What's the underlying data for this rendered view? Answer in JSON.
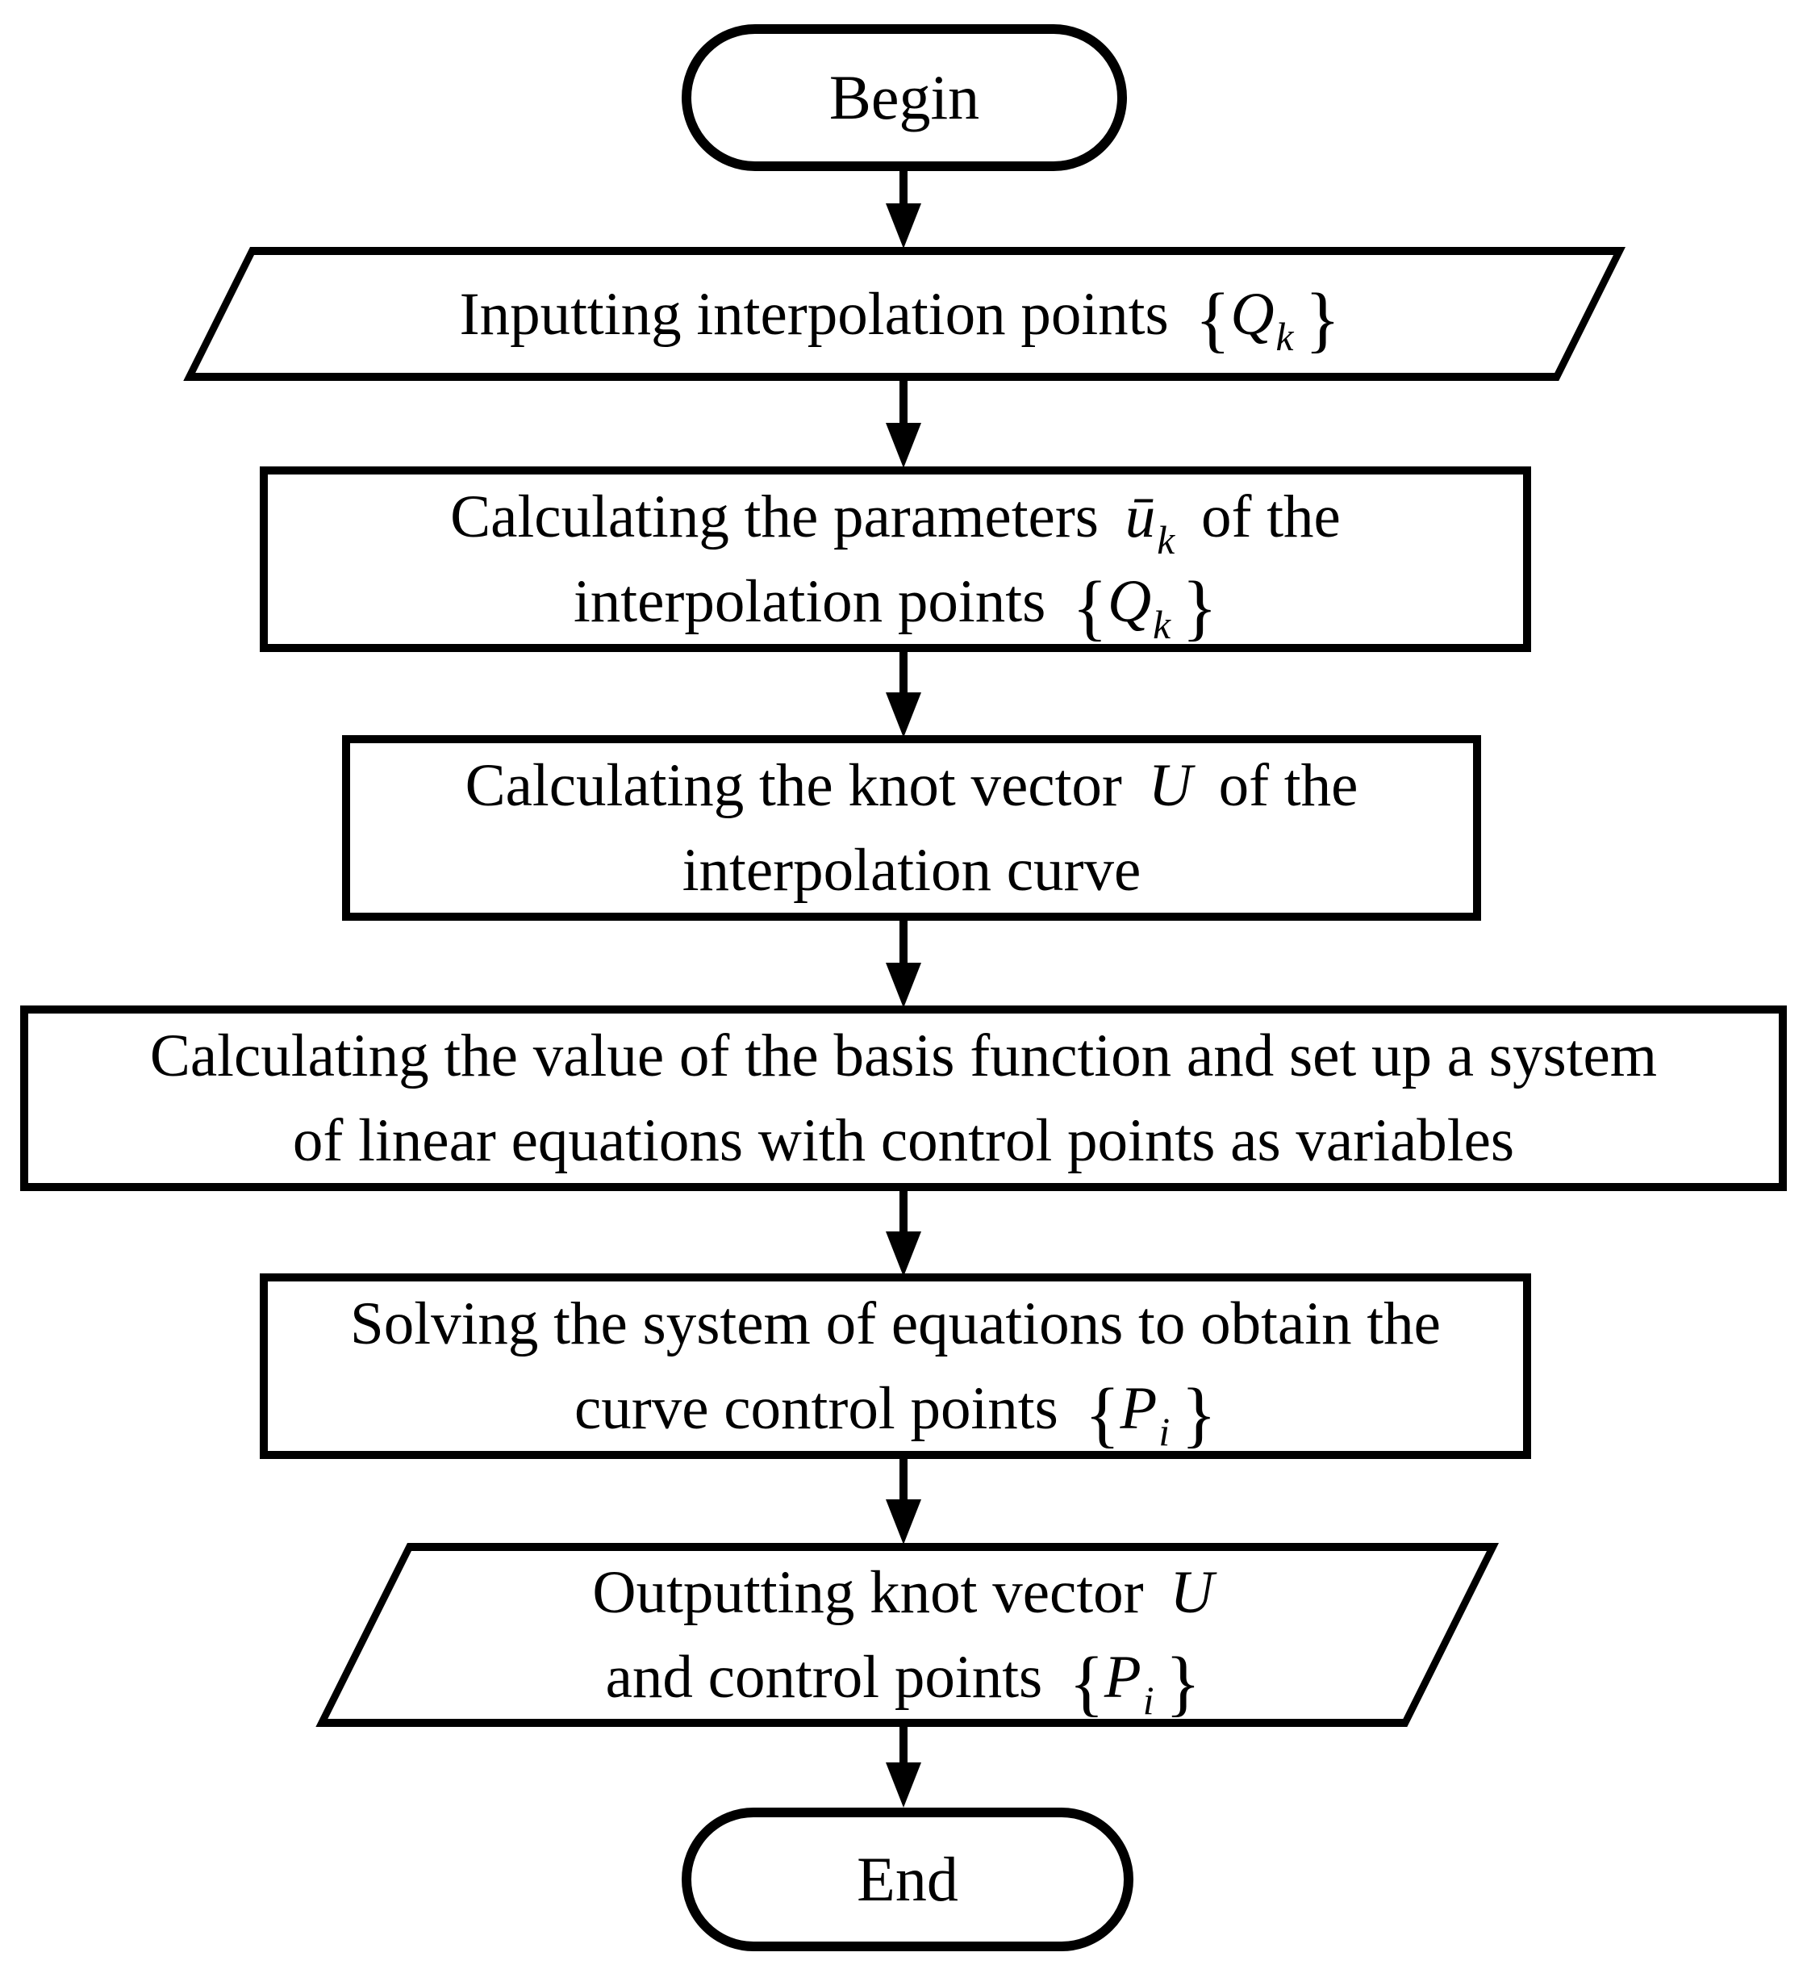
{
  "colors": {
    "stroke": "#000000",
    "background": "#ffffff"
  },
  "nodes": {
    "begin": {
      "label": "Begin"
    },
    "input_points": {
      "text": "Inputting interpolation points ",
      "brace_open": "{",
      "symbol": "Q",
      "subscript": "k",
      "brace_close": "}"
    },
    "calc_parameters": {
      "line1_text": "Calculating the parameters ",
      "u_bar": "ū",
      "u_sub": "k",
      "line1_end": " of the",
      "line2_text": "interpolation points ",
      "brace_open": "{",
      "symbol": "Q",
      "subscript": "k",
      "brace_close": "}"
    },
    "calc_knot_vector": {
      "line1_text": "Calculating the knot vector ",
      "symbol": "U",
      "line1_end": " of the",
      "line2_text": "interpolation curve"
    },
    "calc_basis": {
      "line1": "Calculating the value of the basis function and set up a system",
      "line2": "of linear equations with control points as variables"
    },
    "solve_system": {
      "line1": "Solving the system of equations to obtain the",
      "line2_text": "curve control points ",
      "brace_open": "{",
      "symbol": "P",
      "subscript": "i",
      "brace_close": "}"
    },
    "output_results": {
      "line1_text": "Outputting knot vector ",
      "symbol1": "U",
      "line2_text": "and control points ",
      "brace_open": "{",
      "symbol2": "P",
      "subscript": "i",
      "brace_close": "}"
    },
    "end": {
      "label": "End"
    }
  }
}
